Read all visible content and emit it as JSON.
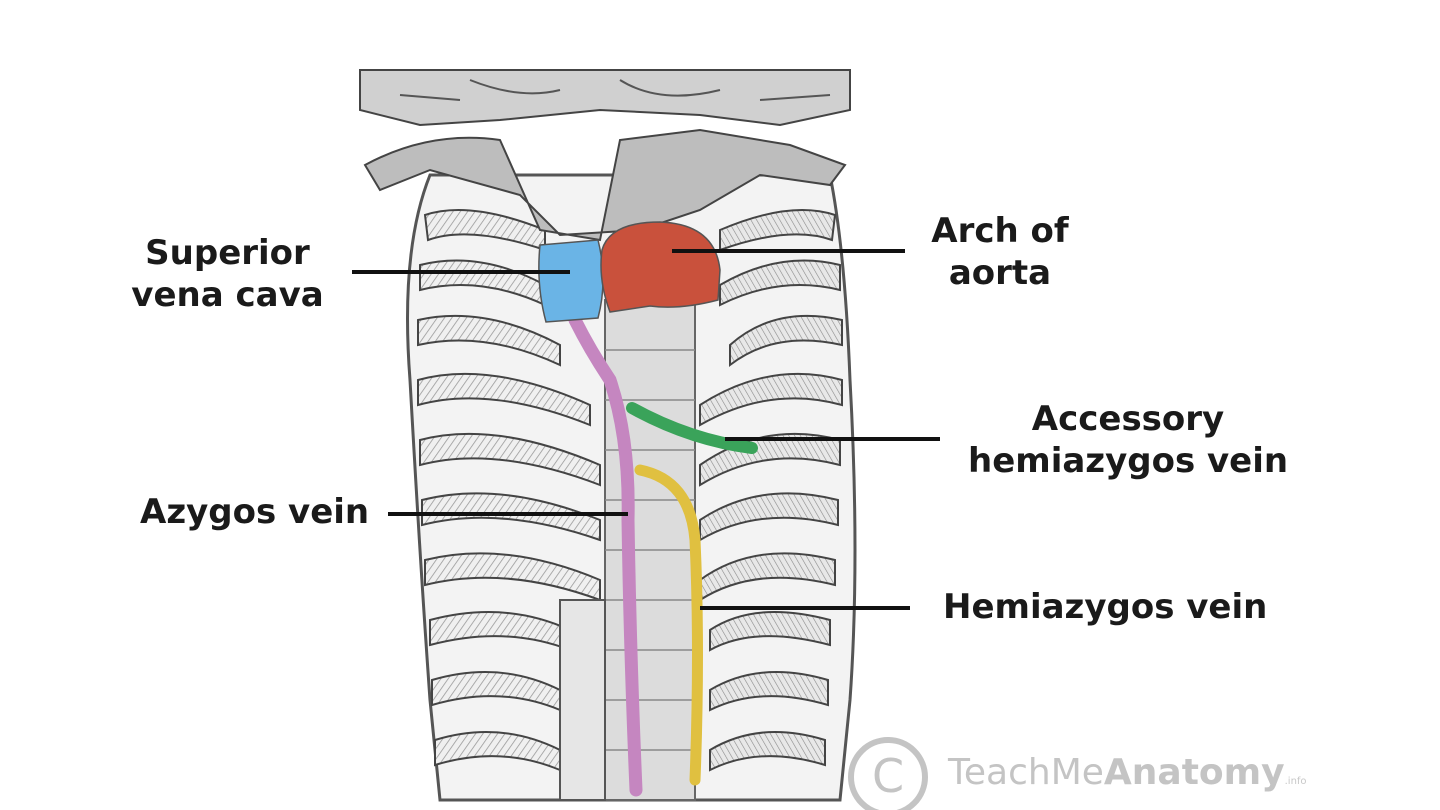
{
  "labels": {
    "svc_line1": "Superior",
    "svc_line2": "vena cava",
    "aorta_line1": "Arch of",
    "aorta_line2": "aorta",
    "accessory_line1": "Accessory",
    "accessory_line2": "hemiazygos vein",
    "azygos": "Azygos vein",
    "hemiazygos": "Hemiazygos vein"
  },
  "watermark": {
    "symbol": "C",
    "brand_light": "TeachMe",
    "brand_bold": "Anatomy",
    "suffix": ".info"
  },
  "colors": {
    "svc": "#6ab4e6",
    "aorta": "#c9513c",
    "azygos": "#c586c0",
    "accessory_hemiazygos": "#3aa35a",
    "hemiazygos": "#e0c040",
    "leader_line": "#111111",
    "watermark": "#c4c4c4"
  }
}
